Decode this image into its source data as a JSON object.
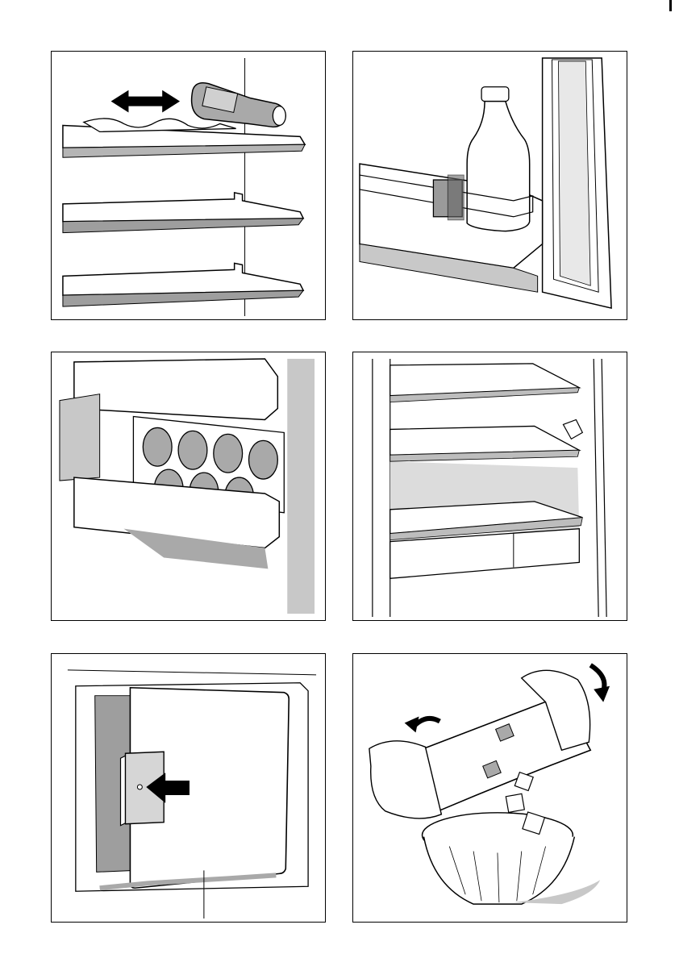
{
  "figures": [
    {
      "id": "fig-1",
      "subject": "wine-bottle-rack-on-shelf",
      "has_double_arrow": true
    },
    {
      "id": "fig-2",
      "subject": "bottle-holder-in-door-shelf"
    },
    {
      "id": "fig-3",
      "subject": "egg-tray-in-door-shelf"
    },
    {
      "id": "fig-4",
      "subject": "glass-shelves-and-crisper"
    },
    {
      "id": "fig-5",
      "subject": "freezer-compartment-door-push-to-open"
    },
    {
      "id": "fig-6",
      "subject": "ice-cube-tray-twisting-into-bowl"
    }
  ],
  "colors": {
    "line": "#000000",
    "shade": "#c8c8c8",
    "mid": "#a9a9a9",
    "paper": "#ffffff"
  }
}
